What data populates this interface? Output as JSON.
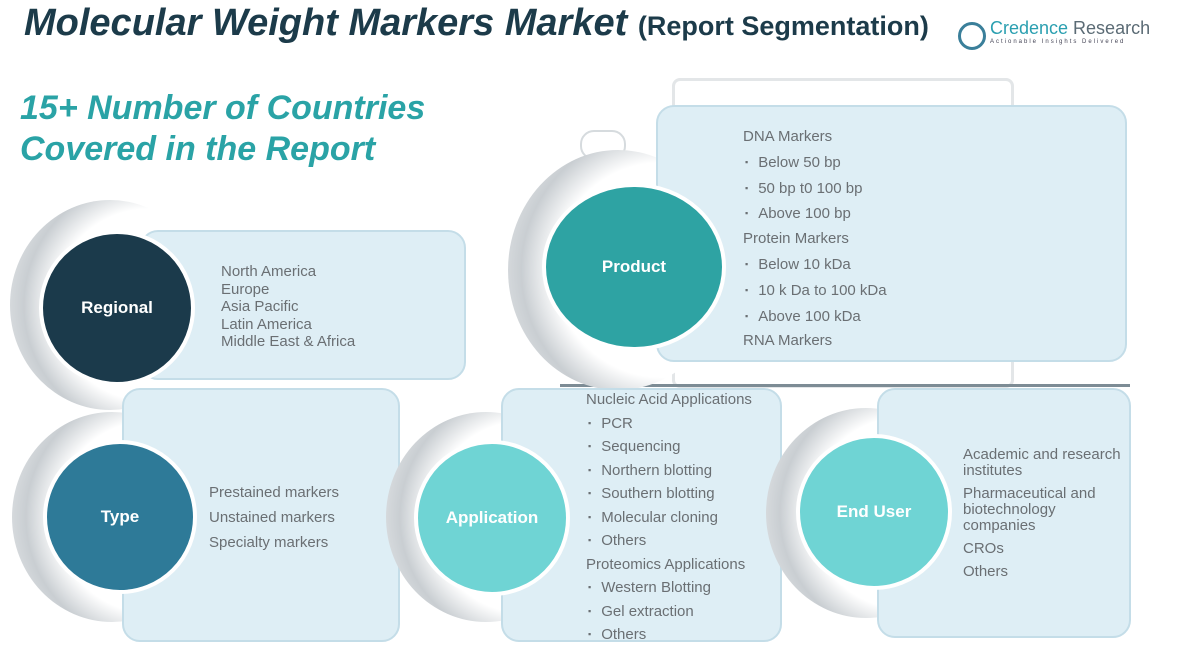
{
  "header": {
    "title": "Molecular Weight Markers Market",
    "title_suffix": "(Report Segmentation)",
    "subtitle_line1": "15+ Number of Countries",
    "subtitle_line2": "Covered in the Report"
  },
  "logo": {
    "name_part1": "Credence",
    "name_part2": " Research",
    "tagline": "Actionable Insights Delivered"
  },
  "segments": {
    "regional": {
      "label": "Regional",
      "items": [
        "North America",
        "Europe",
        "Asia Pacific",
        "Latin America",
        "Middle East & Africa"
      ]
    },
    "product": {
      "label": "Product",
      "items": [
        {
          "text": "DNA Markers",
          "bullet": false
        },
        {
          "text": "Below 50 bp",
          "bullet": true
        },
        {
          "text": "50 bp t0 100 bp",
          "bullet": true
        },
        {
          "text": "Above 100 bp",
          "bullet": true
        },
        {
          "text": "Protein Markers",
          "bullet": false
        },
        {
          "text": "Below 10 kDa",
          "bullet": true
        },
        {
          "text": "10 k Da to 100 kDa",
          "bullet": true
        },
        {
          "text": "Above 100 kDa",
          "bullet": true
        },
        {
          "text": "RNA Markers",
          "bullet": false
        }
      ]
    },
    "type": {
      "label": "Type",
      "items": [
        "Prestained markers",
        "Unstained markers",
        "Specialty markers"
      ]
    },
    "application": {
      "label": "Application",
      "items": [
        {
          "text": "Nucleic Acid Applications",
          "bullet": false
        },
        {
          "text": "PCR",
          "bullet": true
        },
        {
          "text": "Sequencing",
          "bullet": true
        },
        {
          "text": "Northern blotting",
          "bullet": true
        },
        {
          "text": "Southern blotting",
          "bullet": true
        },
        {
          "text": "Molecular cloning",
          "bullet": true
        },
        {
          "text": "Others",
          "bullet": true
        },
        {
          "text": "Proteomics Applications",
          "bullet": false
        },
        {
          "text": "Western Blotting",
          "bullet": true
        },
        {
          "text": "Gel extraction",
          "bullet": true
        },
        {
          "text": "Others",
          "bullet": true
        }
      ]
    },
    "end_user": {
      "label": "End User",
      "items": [
        "Academic and research institutes",
        "Pharmaceutical and biotechnology companies",
        "CROs",
        "Others"
      ]
    }
  },
  "colors": {
    "regional": "#1b3a4b",
    "product": "#2ea3a3",
    "type": "#2e7a98",
    "application": "#6fd4d4",
    "end_user": "#6fd4d4"
  }
}
